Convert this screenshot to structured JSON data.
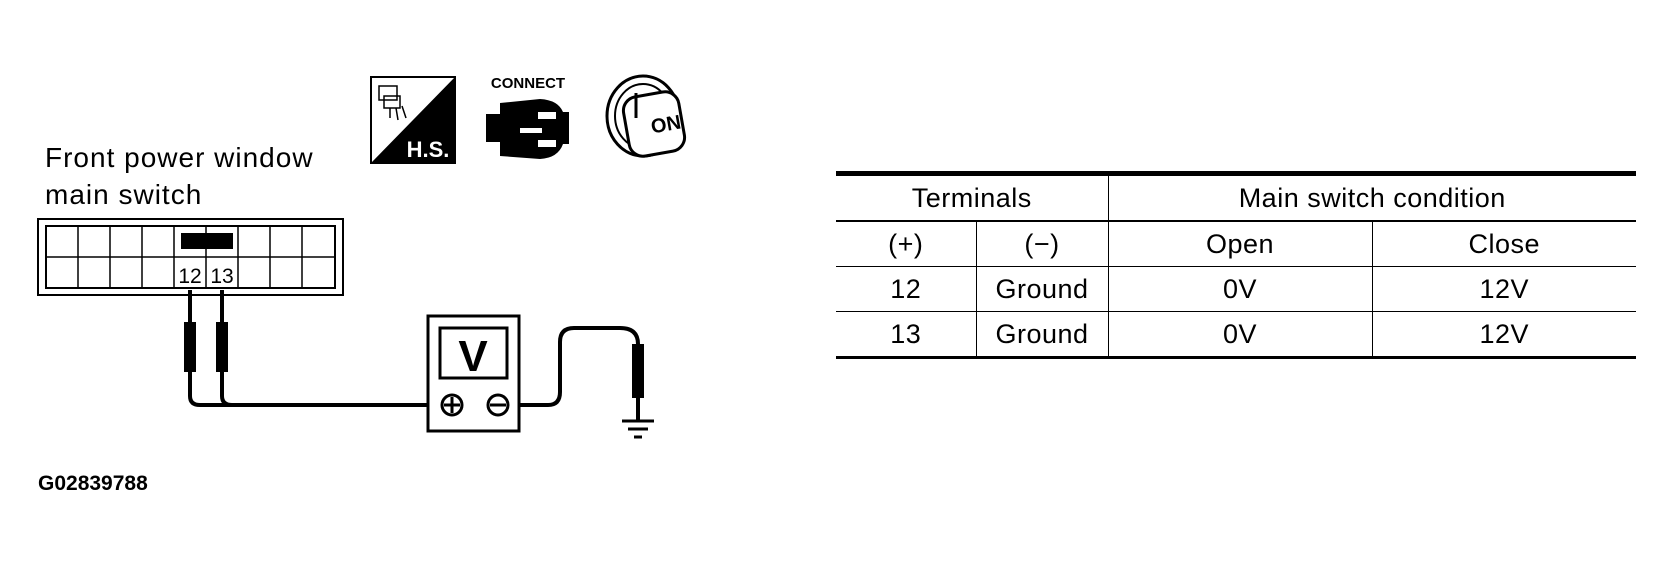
{
  "icons": {
    "harness_side": {
      "name": "harness-side-icon",
      "text": "H.S."
    },
    "connect": {
      "name": "connect-icon",
      "text": "CONNECT"
    },
    "ignition": {
      "name": "ignition-on-icon",
      "text": "ON"
    }
  },
  "switch": {
    "label_line1": "Front power window",
    "label_line2": "main switch",
    "pin_a": "12",
    "pin_b": "13"
  },
  "meter": {
    "symbol": "V",
    "plus": "⊕",
    "minus": "⊖"
  },
  "figure_id": "G02839788",
  "table": {
    "group_header_terminals": "Terminals",
    "group_header_condition": "Main switch condition",
    "sub_headers": [
      "(+)",
      "(−)",
      "Open",
      "Close"
    ],
    "rows": [
      [
        "12",
        "Ground",
        "0V",
        "12V"
      ],
      [
        "13",
        "Ground",
        "0V",
        "12V"
      ]
    ]
  }
}
